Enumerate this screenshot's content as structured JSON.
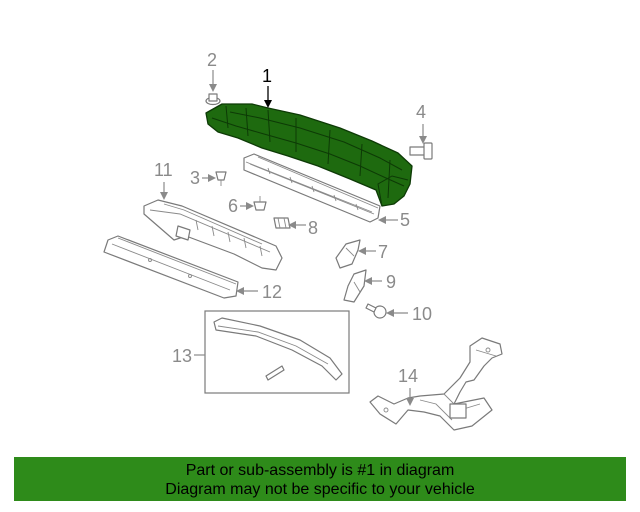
{
  "diagram": {
    "callouts": [
      "1",
      "2",
      "3",
      "4",
      "5",
      "6",
      "7",
      "8",
      "9",
      "10",
      "11",
      "12",
      "13",
      "14"
    ],
    "highlight_color": "#1e6a0f"
  },
  "footer": {
    "line1": "Part or sub-assembly is #1 in diagram",
    "line2": "Diagram may not be specific to your vehicle",
    "background": "#2e8b1a"
  }
}
